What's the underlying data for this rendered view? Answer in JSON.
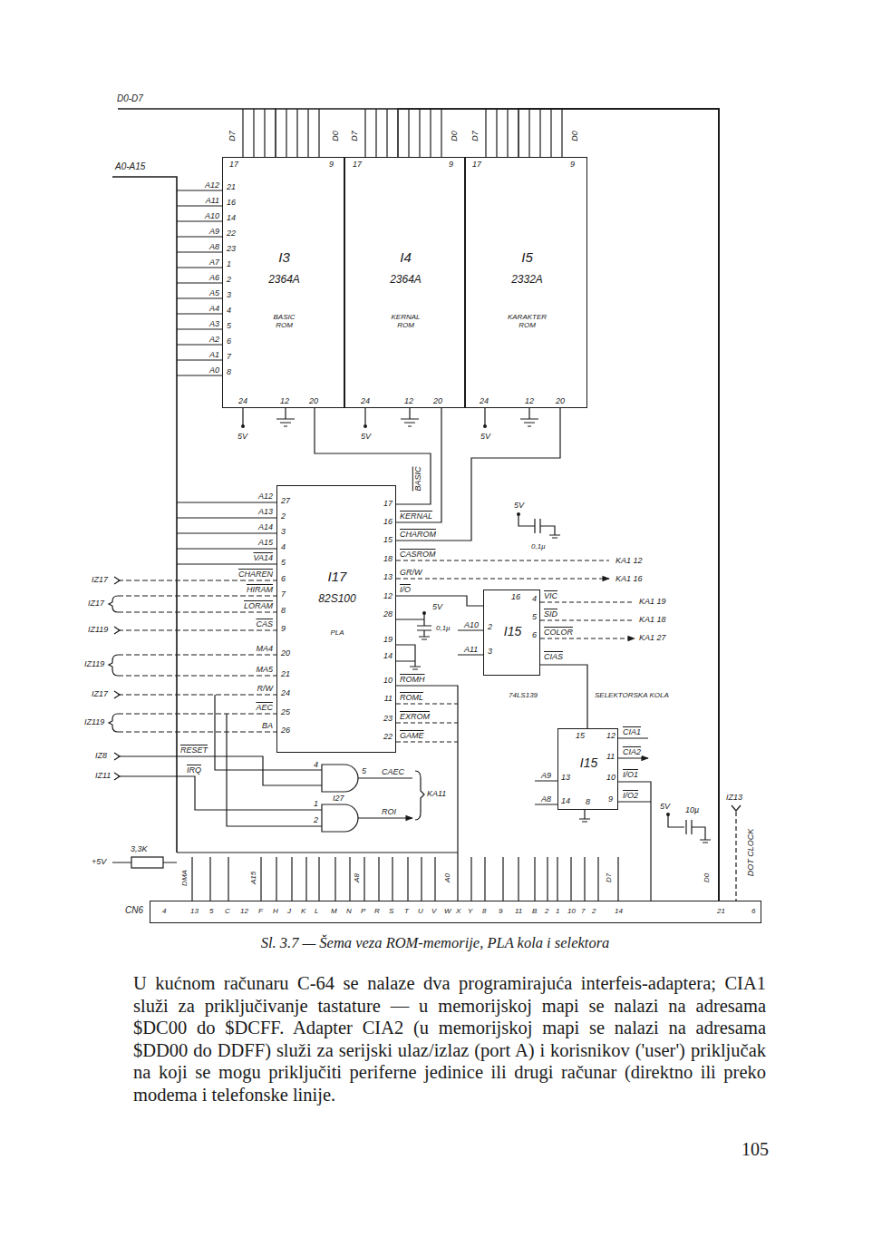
{
  "diagram": {
    "caption": "Sl. 3.7 — Šema veza ROM-memorije, PLA kola i selektora",
    "nodes": [
      {
        "text": [
          "I3",
          "2364A",
          "BASIC ROM"
        ]
      },
      {
        "text": [
          "I4",
          "2364A",
          "KERNAL ROM"
        ]
      },
      {
        "text": [
          "I5",
          "2332A",
          "KARAKTER ROM"
        ]
      },
      {
        "text": [
          "I17",
          "82S100",
          "PLA"
        ]
      },
      {
        "text": [
          "I15"
        ]
      },
      {
        "text": [
          "I15"
        ]
      },
      {
        "text": [
          "CN6"
        ]
      }
    ],
    "edges": [
      {
        "from": 3,
        "to": 0,
        "arrow": "none"
      },
      {
        "from": 3,
        "to": 1,
        "arrow": "none"
      },
      {
        "from": 3,
        "to": 2,
        "arrow": "none"
      },
      {
        "from": 3,
        "to": 4,
        "arrow": "none"
      },
      {
        "from": 4,
        "to": 5,
        "arrow": "none"
      },
      {
        "from": 0,
        "to": 6,
        "arrow": "none"
      },
      {
        "from": 1,
        "to": 6,
        "arrow": "none"
      },
      {
        "from": 2,
        "to": 6,
        "arrow": "none"
      },
      {
        "from": 3,
        "to": 6,
        "arrow": "none"
      },
      {
        "from": 5,
        "to": 6,
        "arrow": "none"
      }
    ],
    "labels": [
      "D0-D7",
      "A0-A15",
      "A12",
      "A11",
      "A10",
      "A9",
      "A8",
      "A7",
      "A6",
      "A5",
      "A4",
      "A3",
      "A2",
      "A1",
      "A0",
      "21",
      "16",
      "14",
      "22",
      "23",
      "1",
      "2",
      "3",
      "4",
      "5",
      "6",
      "7",
      "8",
      "D7",
      "D0",
      "D7",
      "D0",
      "D7",
      "D0",
      "17",
      "9",
      "17",
      "9",
      "17",
      "9",
      "24",
      "12",
      "20",
      "24",
      "12",
      "20",
      "24",
      "12",
      "20",
      "5V",
      "5V",
      "5V",
      "A12",
      "A13",
      "A14",
      "A15",
      "VA14",
      "CHAREN",
      "HIRAM",
      "LORAM",
      "CAS",
      "MA4",
      "MA5",
      "R/W",
      "AEC",
      "BA",
      "27",
      "2",
      "3",
      "4",
      "5",
      "6",
      "7",
      "8",
      "9",
      "20",
      "21",
      "24",
      "25",
      "26",
      "17",
      "16",
      "15",
      "18",
      "13",
      "12",
      "28",
      "19",
      "14",
      "10",
      "11",
      "23",
      "22",
      "BASIC",
      "KERNAL",
      "CHAROM",
      "CASROM",
      "GR/W",
      "I/O",
      "ROMH",
      "ROML",
      "EXROM",
      "GAME",
      "5V",
      "0,1µ",
      "5V",
      "0,1µ",
      "KA1 12",
      "KA1 16",
      "A10",
      "A11",
      "2",
      "3",
      "16",
      "4",
      "5",
      "6",
      "VIC",
      "SID",
      "COLOR",
      "CIAS",
      "KA1 19",
      "KA1 18",
      "KA1 27",
      "74LS139",
      "SELEKTORSKA KOLA",
      "15",
      "12",
      "11",
      "10",
      "9",
      "13",
      "14",
      "8",
      "A9",
      "A8",
      "CIA1",
      "CIA2",
      "I/O1",
      "I/O2",
      "5V",
      "10µ",
      "IZ13",
      "DOT CLOCK",
      "IZ17",
      "IZ17",
      "IZ119",
      "IZ119",
      "IZ17",
      "IZ119",
      "IZ8",
      "IZ11",
      "RESET",
      "IRQ",
      "4",
      "5",
      "I27",
      "1",
      "2",
      "CAEC",
      "ROI",
      "KA11",
      "3,3K",
      "+5V",
      "4",
      "13",
      "5",
      "C",
      "12",
      "F",
      "H",
      "J",
      "K",
      "L",
      "M",
      "N",
      "P",
      "R",
      "S",
      "T",
      "U",
      "V",
      "W",
      "X",
      "Y",
      "8",
      "9",
      "11",
      "B",
      "2",
      "1",
      "10",
      "7",
      "2",
      "14",
      "21",
      "6",
      "DMA",
      "A15",
      "A8",
      "A0",
      "D7",
      "D0",
      "U kućnom računaru C-64 se nalaze dva programirajuća interfeis-adaptera; CIA1 služi za priključivanje tastature — u memorijskoj mapi se nalazi na adresama $DC00 do $DCFF. Adapter CIA2 (u memorijskoj mapi se nalazi na adresama $DD00 do DDFF) služi za serijski ulaz/izlaz (port A) i korisnikov ('user') priključak na koji se mogu priključiti periferne jedinice ili drugi računar (direktno ili preko modema i telefonske linije.",
      "105"
    ]
  }
}
